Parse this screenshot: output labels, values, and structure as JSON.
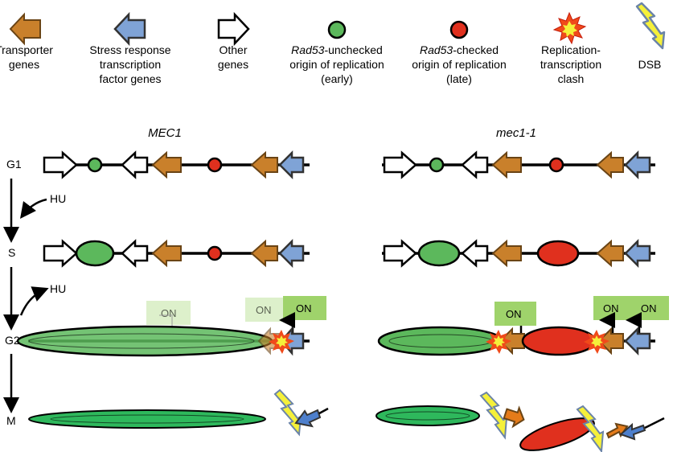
{
  "legend": [
    {
      "icon": "transporter-arrow-icon",
      "lines": [
        "Transporter",
        "genes"
      ]
    },
    {
      "icon": "stress-arrow-icon",
      "lines": [
        "Stress response",
        "transcription",
        "factor genes"
      ]
    },
    {
      "icon": "other-arrow-icon",
      "lines": [
        "Other",
        "genes"
      ]
    },
    {
      "icon": "early-origin-icon",
      "italic_prefix": "Rad53",
      "lines": [
        "-unchecked",
        "origin of replication",
        "(early)"
      ]
    },
    {
      "icon": "late-origin-icon",
      "italic_prefix": "Rad53",
      "lines": [
        "-checked",
        "origin of replication",
        "(late)"
      ]
    },
    {
      "icon": "clash-icon",
      "lines": [
        "Replication-",
        "transcription",
        "clash"
      ]
    },
    {
      "icon": "dsb-bolt-icon",
      "lines": [
        "DSB"
      ]
    }
  ],
  "columns": {
    "left": "MEC1",
    "right": "mec1-1"
  },
  "phases": [
    "G1",
    "S",
    "G2",
    "M"
  ],
  "treatment": "HU",
  "on_label": "ON",
  "colors": {
    "transporter": "#c9802b",
    "stress": "#7fa3d6",
    "early_origin": "#5cb85c",
    "late_origin": "#e0301e",
    "on_box": "#9fd36b",
    "clash": "#f04a1a",
    "bolt": "#f5f03a"
  }
}
